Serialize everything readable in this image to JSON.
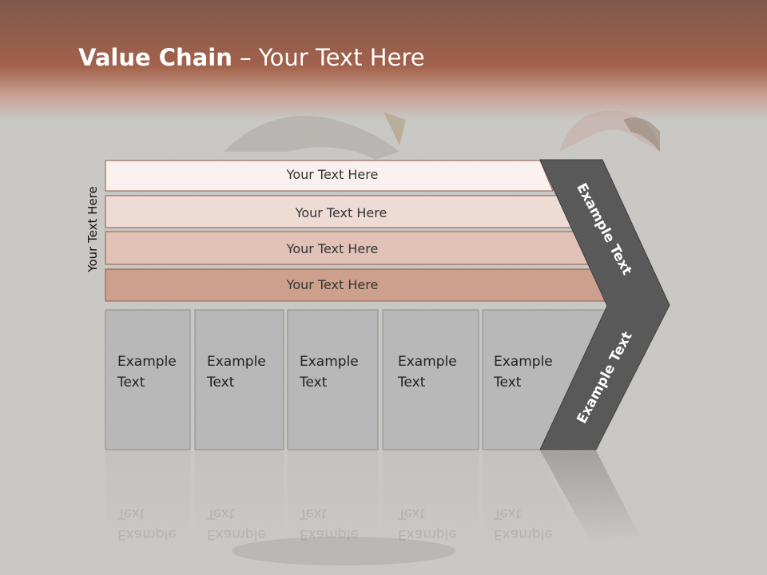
{
  "slide": {
    "title_bold": "Value Chain",
    "title_rest": " – Your Text Here",
    "side_label": "Your Text Here"
  },
  "bars": [
    {
      "label": "Your Text Here",
      "color": "#faf1ee"
    },
    {
      "label": "Your Text Here",
      "color": "#eedbd4"
    },
    {
      "label": "Your Text Here",
      "color": "#e2c2b6"
    },
    {
      "label": "Your Text Here",
      "color": "#cda08e"
    }
  ],
  "columns": [
    {
      "line1": "Example",
      "line2": "Text"
    },
    {
      "line1": "Example",
      "line2": "Text"
    },
    {
      "line1": "Example",
      "line2": "Text"
    },
    {
      "line1": "Example",
      "line2": "Text"
    },
    {
      "line1": "Example",
      "line2": "Text"
    }
  ],
  "chevron": {
    "top_label": "Example Text",
    "bottom_label": "Example Text",
    "color": "#595959"
  }
}
